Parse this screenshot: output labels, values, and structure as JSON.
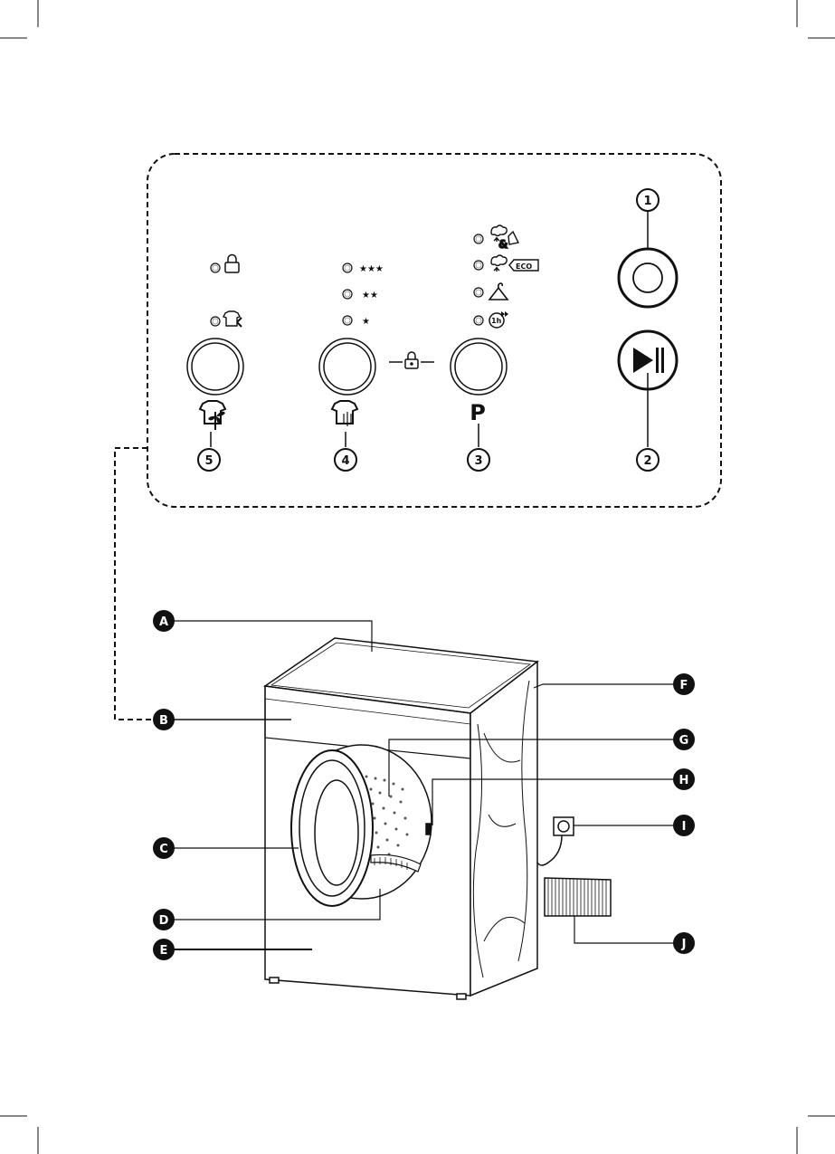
{
  "control_panel": {
    "callouts": {
      "power": "1",
      "start_pause": "2",
      "program": "3",
      "dryness": "4",
      "cool_down": "5"
    },
    "dryness_levels": [
      "★★★",
      "★★",
      "★"
    ],
    "program_symbol": "P",
    "eco_label": "ECO",
    "one_hour_label": "1h",
    "icons": [
      "lock-icon",
      "shirt-fan-icon",
      "power-icon",
      "play-pause-icon",
      "cotton-mix-icon",
      "cotton-eco-icon",
      "hanger-icon",
      "fast-1h-icon",
      "shirt-drying-icon"
    ]
  },
  "machine": {
    "labels": [
      "A",
      "B",
      "C",
      "D",
      "E",
      "F",
      "G",
      "H",
      "I",
      "J"
    ]
  },
  "colors": {
    "line": "#111111",
    "label_fill": "#111111",
    "label_text": "#ffffff"
  }
}
